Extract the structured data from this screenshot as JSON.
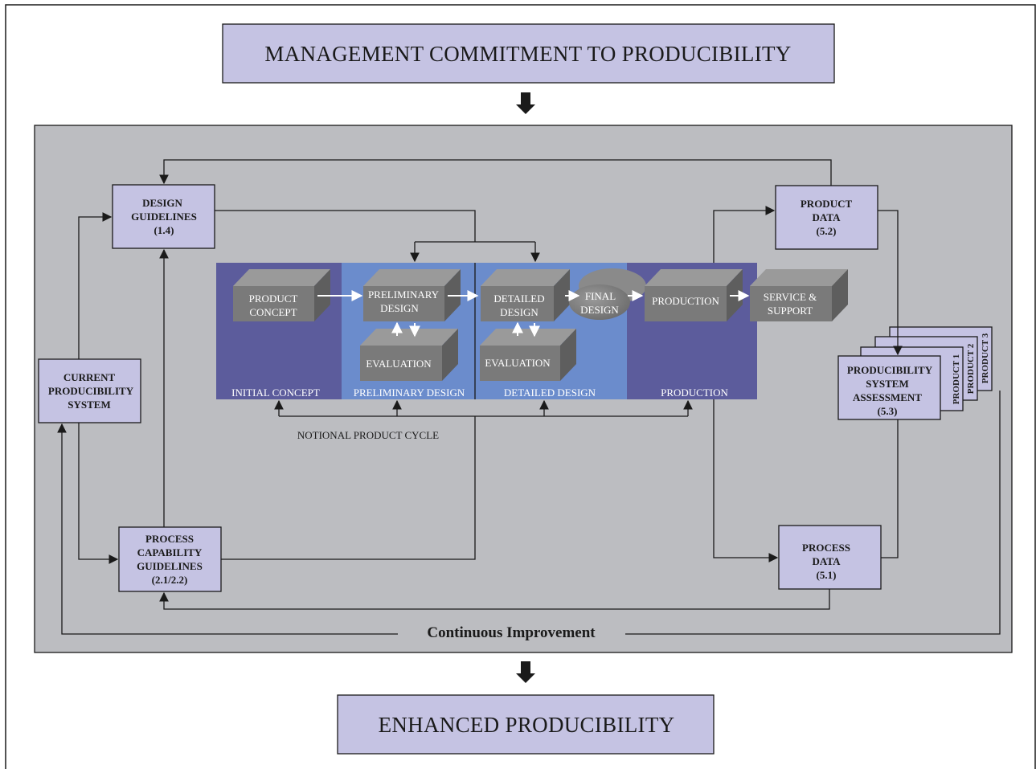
{
  "top_box": {
    "label": "MANAGEMENT COMMITMENT TO PRODUCIBILITY"
  },
  "bottom_box": {
    "label": "ENHANCED PRODUCIBILITY"
  },
  "design_guidelines": {
    "line1": "DESIGN",
    "line2": "GUIDELINES",
    "line3": "(1.4)"
  },
  "current_system": {
    "line1": "CURRENT",
    "line2": "PRODUCIBILITY",
    "line3": "SYSTEM"
  },
  "process_capability": {
    "line1": "PROCESS",
    "line2": "CAPABILITY",
    "line3": "GUIDELINES",
    "line4": "(2.1/2.2)"
  },
  "product_data": {
    "line1": "PRODUCT",
    "line2": "DATA",
    "line3": "(5.2)"
  },
  "assessment": {
    "line1": "PRODUCIBILITY",
    "line2": "SYSTEM",
    "line3": "ASSESSMENT",
    "line4": "(5.3)"
  },
  "product_tabs": [
    "PRODUCT 1",
    "PRODUCT 2",
    "PRODUCT 3"
  ],
  "process_data": {
    "line1": "PROCESS",
    "line2": "DATA",
    "line3": "(5.1)"
  },
  "blocks": {
    "product_concept": {
      "line1": "PRODUCT",
      "line2": "CONCEPT"
    },
    "preliminary_design": {
      "line1": "PRELIMINARY",
      "line2": "DESIGN"
    },
    "evaluation_1": {
      "line1": "EVALUATION"
    },
    "detailed_design": {
      "line1": "DETAILED",
      "line2": "DESIGN"
    },
    "evaluation_2": {
      "line1": "EVALUATION"
    },
    "final_design": {
      "line1": "FINAL",
      "line2": "DESIGN"
    },
    "production": {
      "line1": "PRODUCTION"
    },
    "service_support": {
      "line1": "SERVICE &",
      "line2": "SUPPORT"
    }
  },
  "phases": [
    "INITIAL CONCEPT",
    "PRELIMINARY DESIGN",
    "DETAILED DESIGN",
    "PRODUCTION"
  ],
  "cycle_label": "NOTIONAL PRODUCT  CYCLE",
  "continuous_label": "Continuous Improvement",
  "colors": {
    "box_fill": "#c5c3e3",
    "panel": "#bcbdc1",
    "phase_dark": "#5c5c9c",
    "phase_light": "#6b8ccc",
    "block": "#7a7a7a"
  }
}
